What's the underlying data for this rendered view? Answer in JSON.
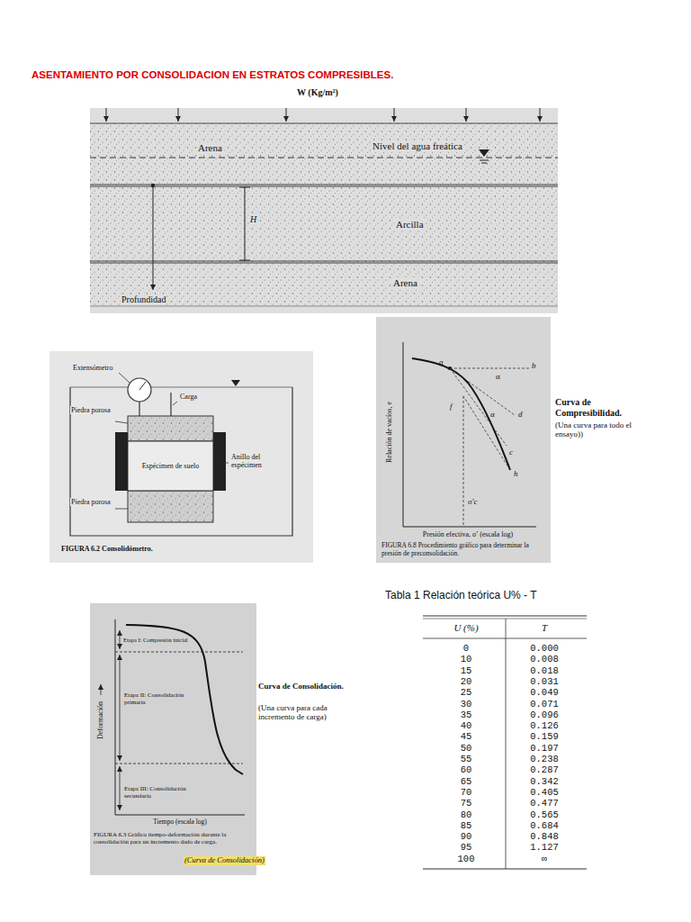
{
  "diagram": {
    "title": "ASENTAMIENTO POR CONSOLIDACION EN ESTRATOS COMPRESIBLES.",
    "nodes": [
      {
        "text": [
          "Arena",
          "Nivel del agua freática"
        ]
      },
      {
        "text": [
          "Arcilla"
        ]
      },
      {
        "text": [
          "Arena"
        ]
      },
      {
        "text": [
          "Espécimen de suelo"
        ]
      }
    ],
    "labels": [
      "W (Kg/m²)",
      "Profundidad",
      "H",
      "Extensómetro",
      "Carga",
      "Piedra porosa",
      "Anillo del espécimen",
      "Piedra porosa",
      "FIGURA 6.2 Consolidómetro.",
      "Relación de vacíos, e",
      "a",
      "b",
      "α",
      "α",
      "d",
      "f",
      "c",
      "h",
      "σ′c",
      "Presión efectiva, σ′ (escala log)",
      "FIGURA 6.8 Procedimiento gráfico para determinar la presión de preconsolidación.",
      "Curva de Compresibilidad.",
      "(Una curva para todo el ensayo))",
      "Tabla 1 Relación teórica U% - T",
      "U (%)",
      "T",
      "0",
      "0.000",
      "10",
      "0.008",
      "15",
      "0.018",
      "20",
      "0.031",
      "25",
      "0.049",
      "30",
      "0.071",
      "35",
      "0.096",
      "40",
      "0.126",
      "45",
      "0.159",
      "50",
      "0.197",
      "55",
      "0.238",
      "60",
      "0.287",
      "65",
      "0.342",
      "70",
      "0.405",
      "75",
      "0.477",
      "80",
      "0.565",
      "85",
      "0.684",
      "90",
      "0.848",
      "95",
      "1.127",
      "100",
      "∞",
      "Etapa I: Compresión inicial",
      "Etapa II: Consolidación primaria",
      "Etapa III: Consolidación secundaria",
      "Deformación",
      "Tiempo (escala log)",
      "FIGURA 6.3 Gráfica tiempo-deformación durante la consolidación para un incremento dado de carga.",
      "(Curva de Consolidación)",
      "Curva de Consolidación.",
      "(Una curva para cada incremento de carga)"
    ]
  }
}
